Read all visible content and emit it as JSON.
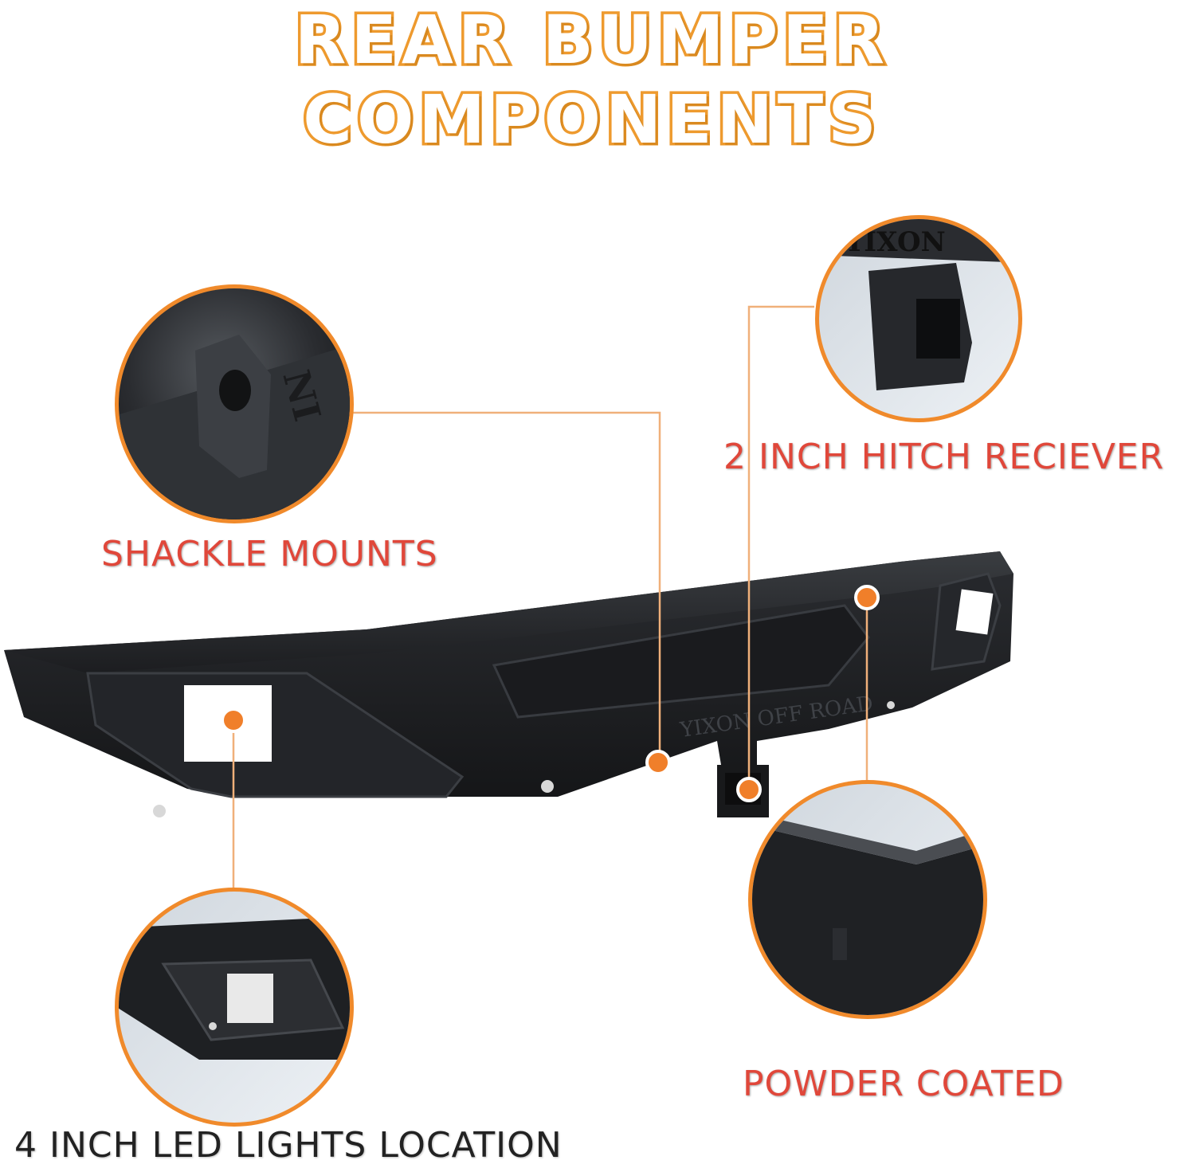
{
  "header": {
    "title": "REAR BUMPER COMPONENTS"
  },
  "labels": {
    "shackle": "SHACKLE MOUNTS",
    "hitch": "2 INCH HITCH RECIEVER",
    "powder": "POWDER COATED",
    "led": "4 INCH LED LIGHTS LOCATION"
  },
  "brand": {
    "logo_text": "YIXON OFF ROAD"
  },
  "colors": {
    "accent_orange": "#ee9a2e",
    "label_red": "#e0473a",
    "callout_dot": "#f07f2a",
    "bumper_black": "#1e2023",
    "ring_orange": "#f08a2b"
  },
  "icons": [
    "callout-dot-icon"
  ]
}
